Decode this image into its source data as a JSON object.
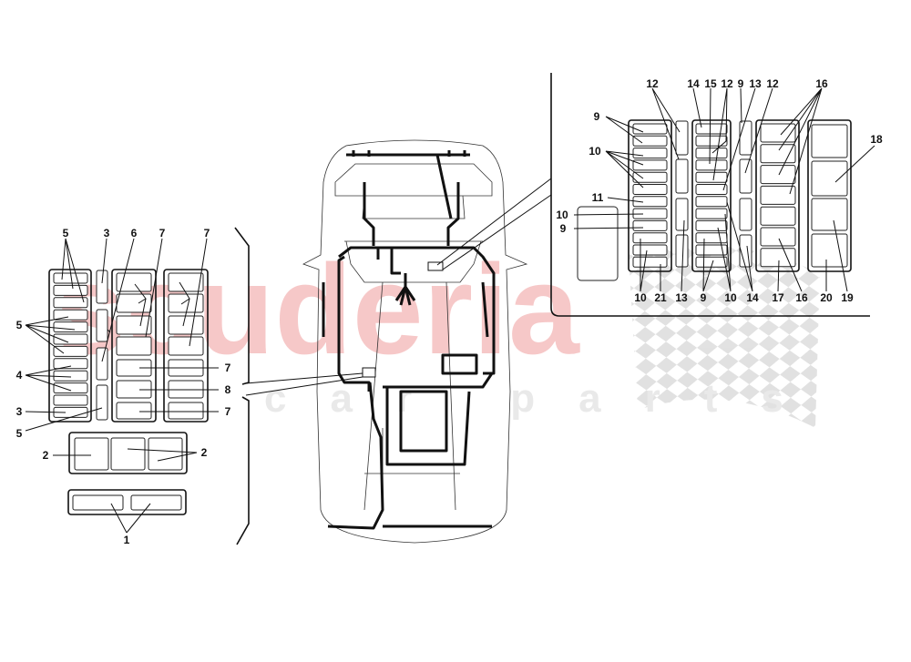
{
  "watermark": {
    "brand": "scuderia",
    "sub": "car parts",
    "brand_color": "#f4b6b6",
    "sub_color": "#e2e2e2",
    "flag_color": "#d8d8d8"
  },
  "left_panel": {
    "labels": {
      "top_5": "5",
      "top_3": "3",
      "top_6": "6",
      "top_7a": "7",
      "top_7b": "7",
      "side_5": "5",
      "side_4": "4",
      "side_3": "3",
      "side_5b": "5",
      "right_7a": "7",
      "right_8": "8",
      "right_7b": "7",
      "left_2": "2",
      "right_2": "2",
      "bottom_1": "1"
    }
  },
  "right_panel": {
    "labels": {
      "top_12a": "12",
      "top_14": "14",
      "top_15": "15",
      "top_12b": "12",
      "top_9": "9",
      "top_13": "13",
      "top_12c": "12",
      "top_16": "16",
      "side_9": "9",
      "side_10": "10",
      "side_11": "11",
      "side_10b": "10",
      "side_9b": "9",
      "side_18": "18",
      "bot_10": "10",
      "bot_21": "21",
      "bot_13": "13",
      "bot_9": "9",
      "bot_10b": "10",
      "bot_14": "14",
      "bot_17": "17",
      "bot_16": "16",
      "bot_20": "20",
      "bot_19": "19"
    }
  }
}
